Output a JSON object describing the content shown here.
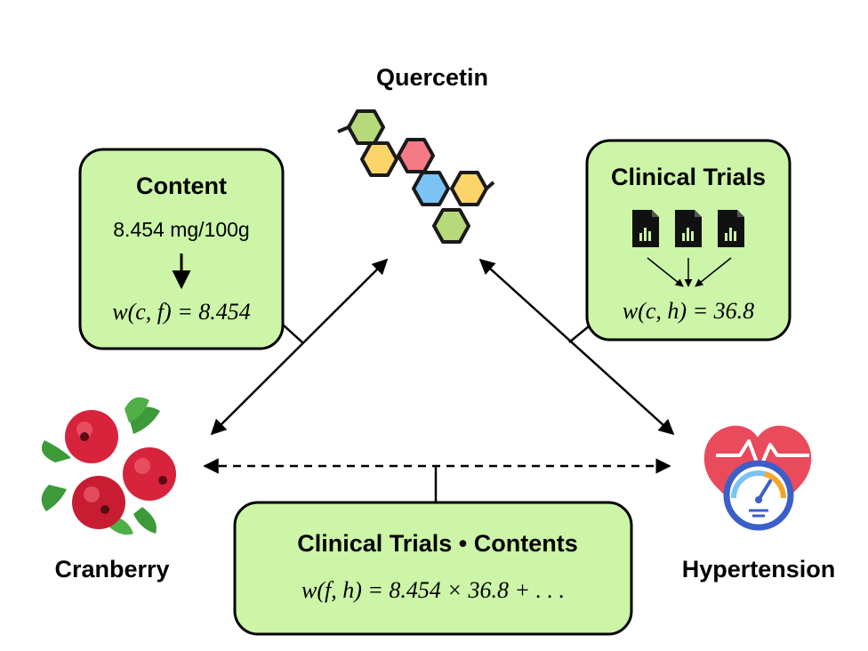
{
  "nodes": {
    "compound": "Quercetin",
    "food": "Cranberry",
    "disease": "Hypertension"
  },
  "content_box": {
    "title": "Content",
    "value": "8.454 mg/100g",
    "formula": "w(c, f) = 8.454"
  },
  "trials_box": {
    "title": "Clinical Trials",
    "formula": "w(c, h) = 36.8"
  },
  "combined_box": {
    "title": "Clinical Trials • Contents",
    "formula": "w(f, h) = 8.454 × 36.8 + . . ."
  },
  "colors": {
    "box_fill": "#ccf5a8",
    "hex_green": "#b6d97a",
    "hex_yellow": "#fcd56a",
    "hex_red": "#f47b86",
    "hex_blue": "#7cc3f5",
    "berry_red": "#d7233b",
    "leaf_green": "#3c9a3a",
    "heart_red": "#e94a5c"
  },
  "icons": [
    "quercetin-molecule-icon",
    "cranberry-icon",
    "hypertension-heart-icon",
    "document-chart-icon"
  ]
}
